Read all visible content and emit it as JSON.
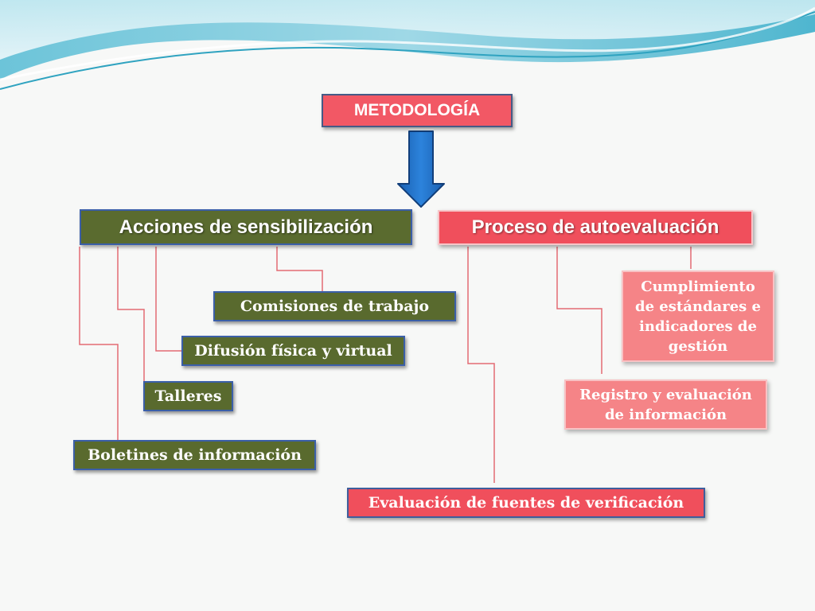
{
  "diagram": {
    "root": "METODOLOGÍA",
    "left_branch": {
      "title": "Acciones de sensibilización",
      "items": [
        "Comisiones de trabajo",
        "Difusión física y virtual",
        "Talleres",
        "Boletines de información"
      ]
    },
    "right_branch": {
      "title": "Proceso de autoevaluación",
      "items": [
        "Cumplimiento de estándares e indicadores de gestión",
        "Registro  y evaluación de información",
        "Evaluación de fuentes de verificación"
      ]
    }
  },
  "colors": {
    "root_fill": "#f25865",
    "left_fill": "#596a2e",
    "right_fill": "#f04f5c",
    "item_pink": "#f58487",
    "arrow": "#1f6fc6",
    "connector": "#e36a73"
  }
}
